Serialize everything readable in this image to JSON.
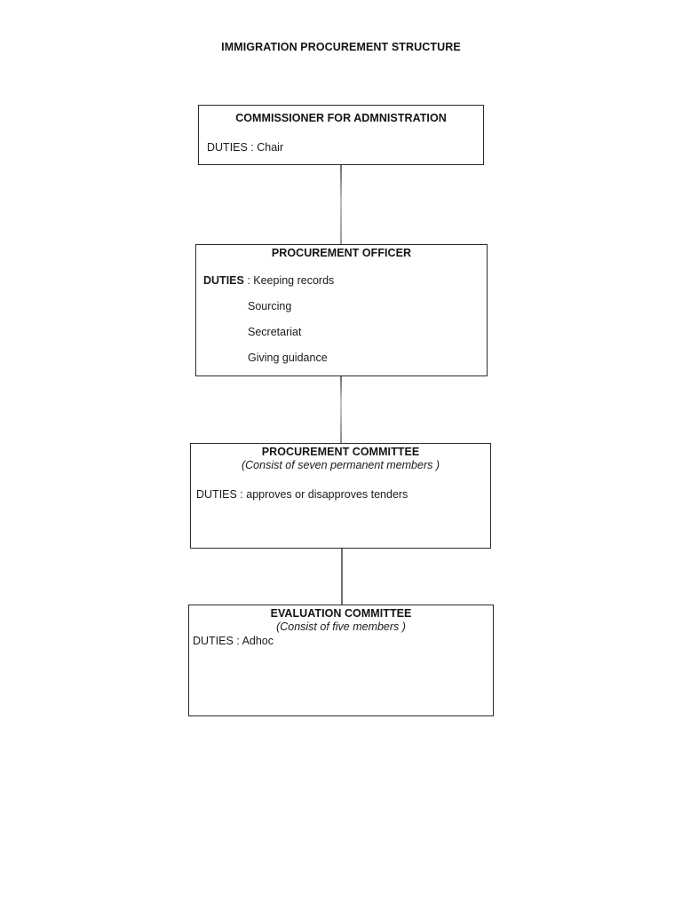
{
  "document": {
    "title": "IMMIGRATION PROCUREMENT STRUCTURE",
    "background_color": "#ffffff",
    "text_color": "#1a1a1a",
    "border_color": "#2b2b2b",
    "connector_color": "#6f6f6f"
  },
  "chart_data": {
    "type": "diagram",
    "diagram_type": "organizational-hierarchy",
    "title": "IMMIGRATION PROCUREMENT STRUCTURE",
    "orientation": "vertical-top-down",
    "nodes": [
      {
        "id": "commissioner",
        "title": "COMMISSIONER FOR ADMNISTRATION",
        "subtitle": "",
        "duties_label": "DUTIES",
        "duties_separator": " : ",
        "duties": [
          "Chair"
        ],
        "level": 1
      },
      {
        "id": "procurement-officer",
        "title": "PROCUREMENT OFFICER",
        "subtitle": "",
        "duties_label": "DUTIES",
        "duties_separator": " : ",
        "duties": [
          "Keeping records",
          "Sourcing",
          "Secretariat",
          "Giving guidance"
        ],
        "level": 2
      },
      {
        "id": "procurement-committee",
        "title": "PROCUREMENT COMMITTEE",
        "subtitle": "(Consist of seven permanent members )",
        "duties_label": "DUTIES",
        "duties_separator": " : ",
        "duties": [
          "approves or disapproves tenders"
        ],
        "level": 3
      },
      {
        "id": "evaluation-committee",
        "title": "EVALUATION COMMITTEE",
        "subtitle": "(Consist of five members )",
        "duties_label": "DUTIES",
        "duties_separator": " : ",
        "duties": [
          "Adhoc"
        ],
        "level": 4
      }
    ],
    "edges": [
      {
        "from": "commissioner",
        "to": "procurement-officer"
      },
      {
        "from": "procurement-officer",
        "to": "procurement-committee"
      },
      {
        "from": "procurement-committee",
        "to": "evaluation-committee"
      }
    ]
  },
  "nodes": {
    "commissioner": {
      "title": "COMMISSIONER FOR ADMNISTRATION",
      "duty_line": "DUTIES : Chair"
    },
    "procurement_officer": {
      "title": "PROCUREMENT OFFICER",
      "duty_label": "DUTIES",
      "duty_first": " : Keeping records",
      "duty_2": "Sourcing",
      "duty_3": "Secretariat",
      "duty_4": "Giving guidance"
    },
    "procurement_committee": {
      "title": "PROCUREMENT COMMITTEE",
      "subtitle": "(Consist of seven permanent members )",
      "duty_line": "DUTIES : approves or disapproves tenders"
    },
    "evaluation_committee": {
      "title": "EVALUATION COMMITTEE",
      "subtitle": "(Consist of five members )",
      "duty_line": "DUTIES : Adhoc"
    }
  }
}
